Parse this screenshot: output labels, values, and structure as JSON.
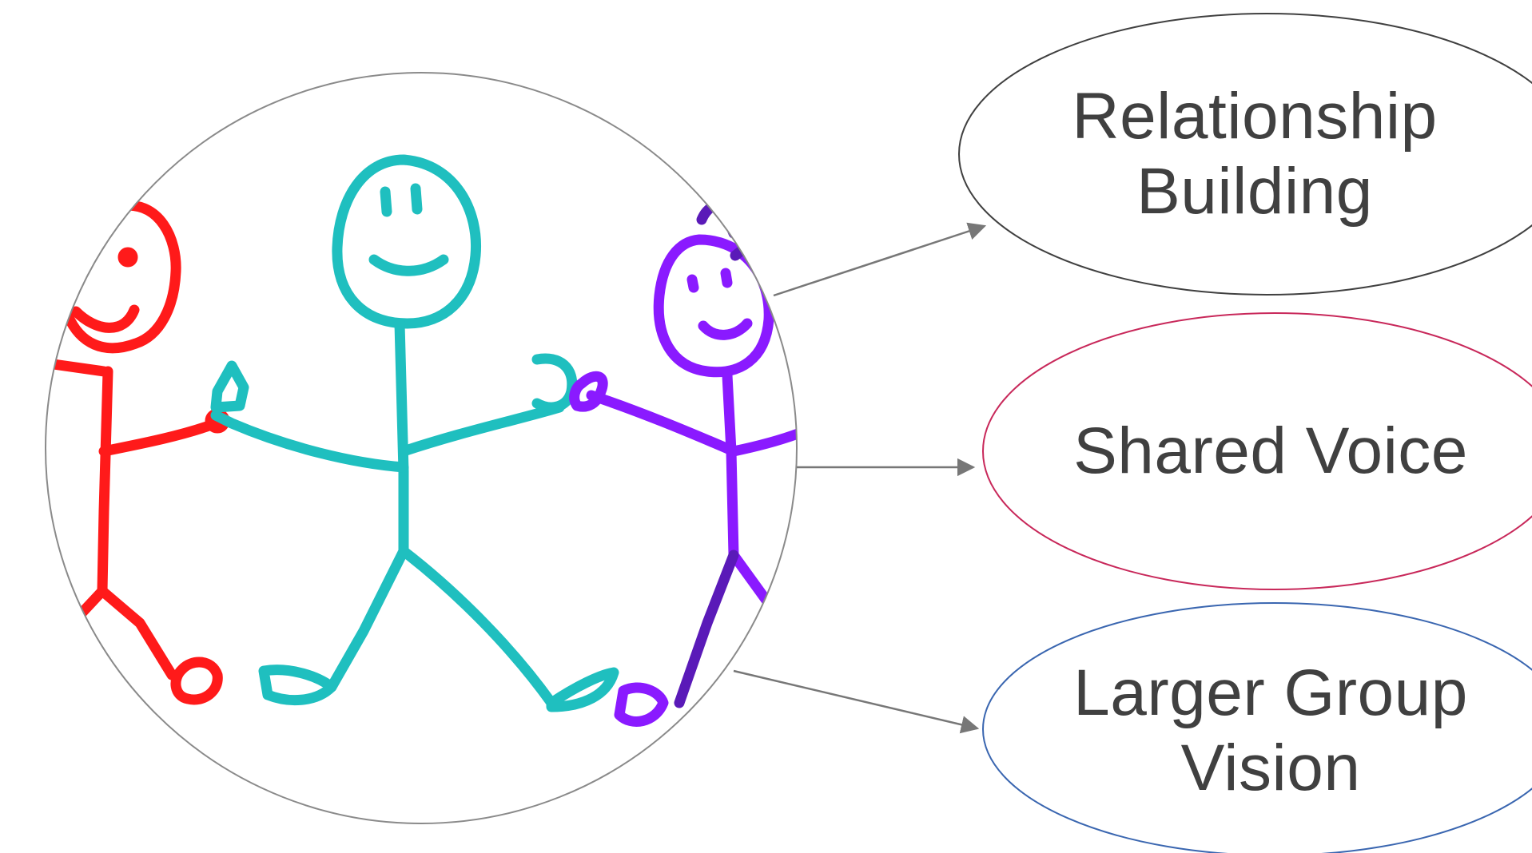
{
  "colors": {
    "red_figure": "#ff1a1a",
    "teal_figure": "#1fbfbf",
    "purple_figure": "#8a1aff",
    "purple_dark": "#5a1ab8",
    "outline_relationship": "#404040",
    "outline_voice": "#c8285a",
    "outline_vision": "#3a66b0",
    "arrow": "#777777",
    "text": "#404040"
  },
  "icons": [
    "stick-figures-drawing",
    "arrow-icon"
  ],
  "nodes": [
    {
      "id": "relationship",
      "lines": [
        "Relationship",
        "Building"
      ]
    },
    {
      "id": "voice",
      "lines": [
        "Shared Voice"
      ]
    },
    {
      "id": "vision",
      "lines": [
        "Larger Group",
        "Vision"
      ]
    }
  ]
}
